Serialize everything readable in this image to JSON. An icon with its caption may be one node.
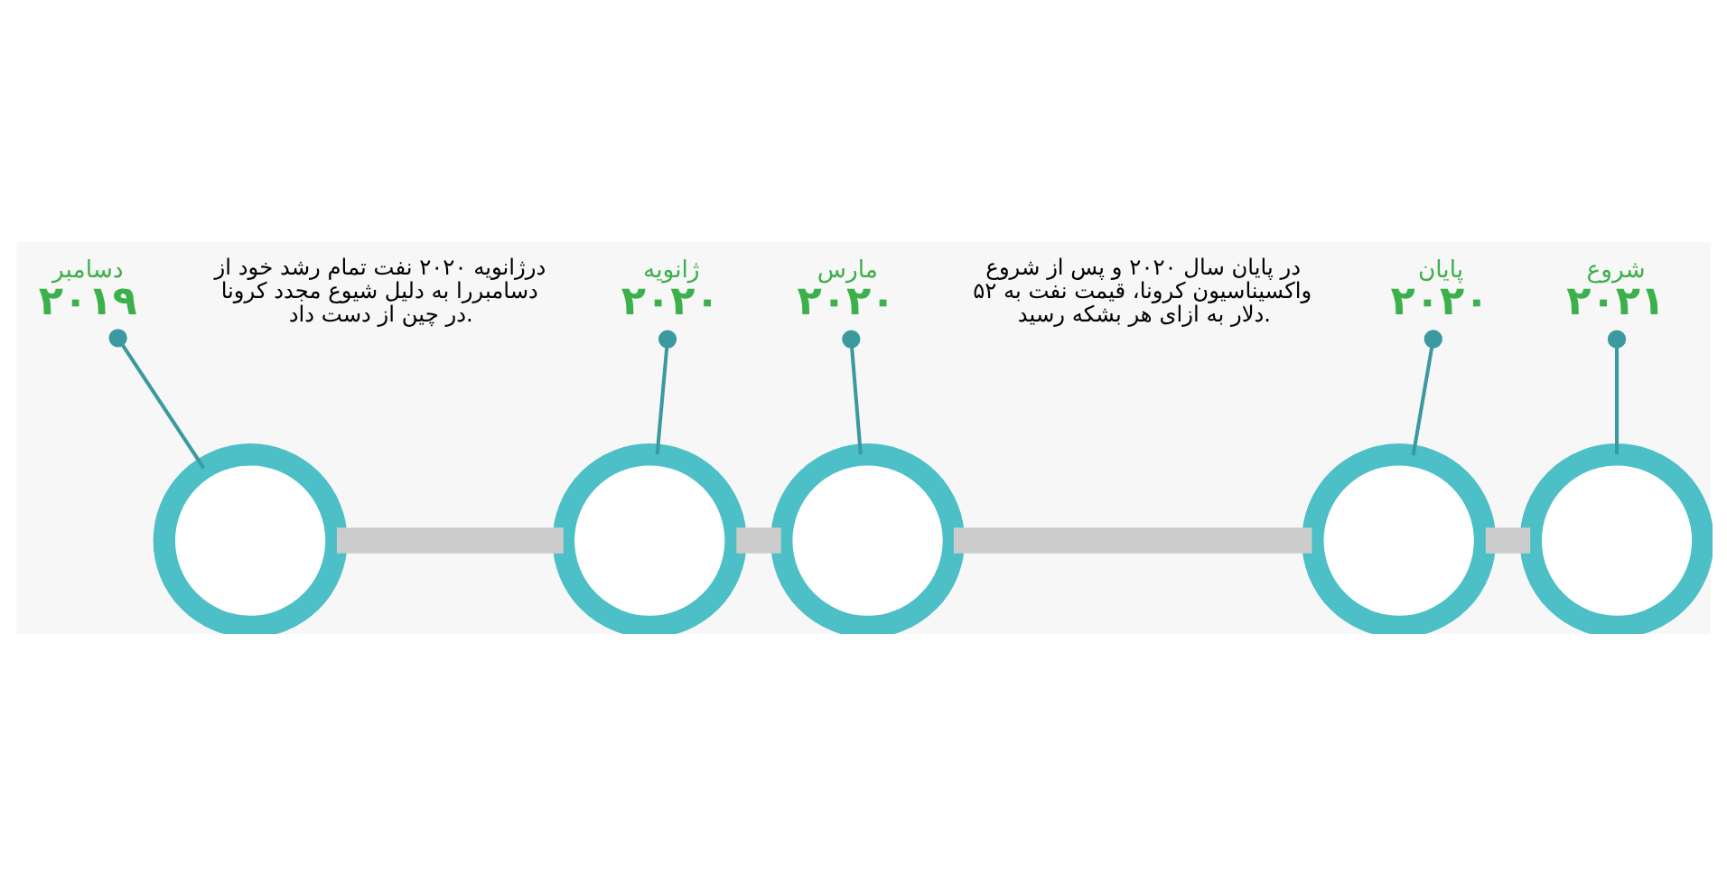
{
  "diagram": {
    "nodes": [
      {
        "text": [
          "دسامبر",
          "۲۰۱۹"
        ]
      },
      {
        "text": [
          "ژانویه",
          "۲۰۲۰"
        ]
      },
      {
        "text": [
          "مارس",
          "۲۰۲۰"
        ]
      },
      {
        "text": [
          "پایان",
          "۲۰۲۰"
        ]
      },
      {
        "text": [
          "شروع",
          "۲۰۲۱"
        ]
      },
      {
        "text": [],
        "shape": "circle"
      },
      {
        "text": [],
        "shape": "circle"
      },
      {
        "text": [],
        "shape": "circle"
      },
      {
        "text": [],
        "shape": "circle"
      },
      {
        "text": [],
        "shape": "circle"
      }
    ],
    "edges": [
      {
        "from": 0,
        "to": 5,
        "arrow": "other"
      },
      {
        "from": 1,
        "to": 6,
        "arrow": "other"
      },
      {
        "from": 2,
        "to": 7,
        "arrow": "other"
      },
      {
        "from": 3,
        "to": 8,
        "arrow": "other"
      },
      {
        "from": 4,
        "to": 9,
        "arrow": "other"
      },
      {
        "from": 5,
        "to": 6,
        "arrow": "none",
        "style": "thick",
        "color": "#cccccc"
      },
      {
        "from": 6,
        "to": 7,
        "arrow": "none",
        "style": "thick",
        "color": "#cccccc"
      },
      {
        "from": 7,
        "to": 8,
        "arrow": "none",
        "style": "thick",
        "color": "#cccccc"
      },
      {
        "from": 8,
        "to": 9,
        "arrow": "none",
        "style": "thick",
        "color": "#cccccc"
      }
    ],
    "labels": [
      "درژانویه ۲۰۲۰ نفت تمام رشد خود از دسامبررا به دلیل شیوع مجدد کرونا در چین از دست داد.",
      "در پایان سال ۲۰۲۰ و پس از شروع واکسیناسیون کرونا، قیمت نفت به ۵۲ دلار به ازای هر بشکه رسید."
    ]
  }
}
